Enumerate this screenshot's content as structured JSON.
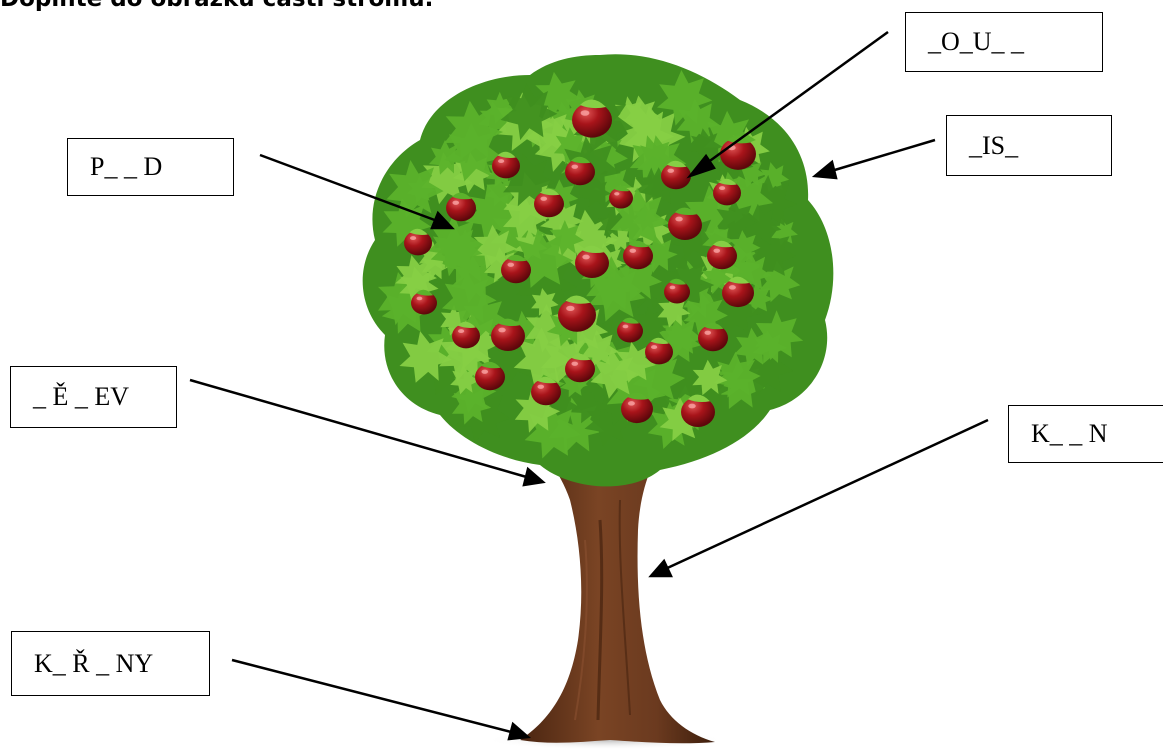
{
  "instruction": "Doplňte do obrázku části stromu.",
  "labels": {
    "ovoce": "_O_U_ _",
    "list": "_IS_",
    "plod": "P_ _ D",
    "drevo": "_ Ě _ EV",
    "kmen": "K_ _ N",
    "koreny": "K_ Ř _ NY"
  },
  "colors": {
    "foliage_dark": "#3f8f1f",
    "foliage_mid": "#5bb22b",
    "foliage_light": "#86cf45",
    "apple": "#8e0f14",
    "apple_highlight": "#d84a4a",
    "trunk": "#6b3a1f",
    "trunk_dark": "#4a2511"
  }
}
